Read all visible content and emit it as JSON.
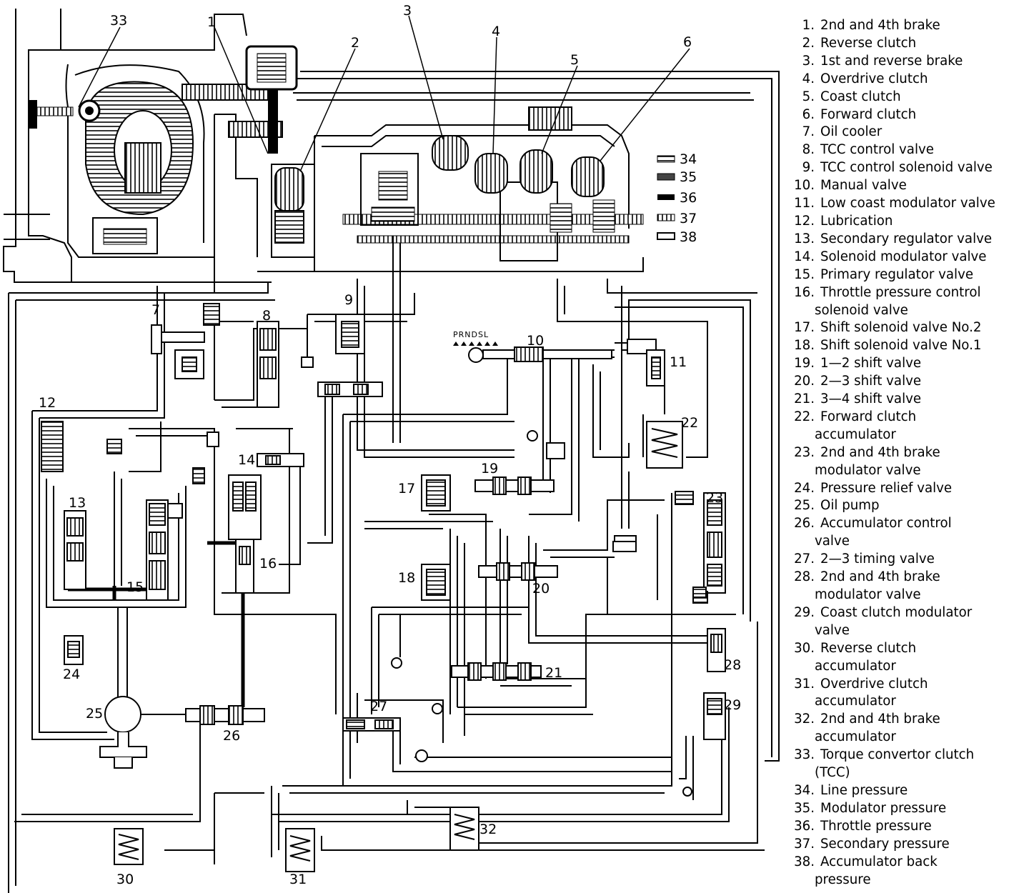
{
  "callouts": [
    "1",
    "2",
    "3",
    "4",
    "5",
    "6",
    "7",
    "8",
    "9",
    "10",
    "11",
    "12",
    "13",
    "14",
    "15",
    "16",
    "17",
    "18",
    "19",
    "20",
    "21",
    "22",
    "23",
    "24",
    "25",
    "26",
    "27",
    "28",
    "29",
    "30",
    "31",
    "32",
    "33",
    "34",
    "35",
    "36",
    "37",
    "38"
  ],
  "selector_text": "PRNDSL",
  "legend": [
    {
      "num": "1.",
      "text": "2nd and 4th brake"
    },
    {
      "num": "2.",
      "text": "Reverse clutch"
    },
    {
      "num": "3.",
      "text": "1st and reverse brake"
    },
    {
      "num": "4.",
      "text": "Overdrive clutch"
    },
    {
      "num": "5.",
      "text": "Coast clutch"
    },
    {
      "num": "6.",
      "text": "Forward clutch"
    },
    {
      "num": "7.",
      "text": "Oil cooler"
    },
    {
      "num": "8.",
      "text": "TCC control valve"
    },
    {
      "num": "9.",
      "text": "TCC control solenoid valve"
    },
    {
      "num": "10.",
      "text": "Manual valve"
    },
    {
      "num": "11.",
      "text": "Low coast modulator valve"
    },
    {
      "num": "12.",
      "text": "Lubrication"
    },
    {
      "num": "13.",
      "text": "Secondary regulator valve"
    },
    {
      "num": "14.",
      "text": "Solenoid modulator valve"
    },
    {
      "num": "15.",
      "text": "Primary regulator valve"
    },
    {
      "num": "16.",
      "text": "Throttle pressure control",
      "cont": "solenoid valve"
    },
    {
      "num": "17.",
      "text": "Shift solenoid valve No.2"
    },
    {
      "num": "18.",
      "text": "Shift solenoid valve No.1"
    },
    {
      "num": "19.",
      "text": "1—2 shift valve"
    },
    {
      "num": "20.",
      "text": "2—3 shift valve"
    },
    {
      "num": "21.",
      "text": "3—4 shift valve"
    },
    {
      "num": "22.",
      "text": "Forward clutch",
      "cont": "accumulator"
    },
    {
      "num": "23.",
      "text": "2nd and 4th brake",
      "cont": "modulator valve"
    },
    {
      "num": "24.",
      "text": "Pressure relief valve"
    },
    {
      "num": "25.",
      "text": "Oil pump"
    },
    {
      "num": "26.",
      "text": "Accumulator control",
      "cont": "valve"
    },
    {
      "num": "27.",
      "text": "2—3 timing valve"
    },
    {
      "num": "28.",
      "text": "2nd and 4th brake",
      "cont": "modulator valve"
    },
    {
      "num": "29.",
      "text": "Coast clutch modulator",
      "cont": "valve"
    },
    {
      "num": "30.",
      "text": "Reverse clutch",
      "cont": "accumulator"
    },
    {
      "num": "31.",
      "text": "Overdrive clutch",
      "cont": "accumulator"
    },
    {
      "num": "32.",
      "text": "2nd and 4th brake",
      "cont": "accumulator"
    },
    {
      "num": "33.",
      "text": "Torque convertor clutch",
      "cont": "(TCC)"
    },
    {
      "num": "34.",
      "text": "Line pressure"
    },
    {
      "num": "35.",
      "text": "Modulator pressure"
    },
    {
      "num": "36.",
      "text": "Throttle pressure"
    },
    {
      "num": "37.",
      "text": "Secondary pressure"
    },
    {
      "num": "38.",
      "text": "Accumulator back",
      "cont": "pressure"
    }
  ]
}
